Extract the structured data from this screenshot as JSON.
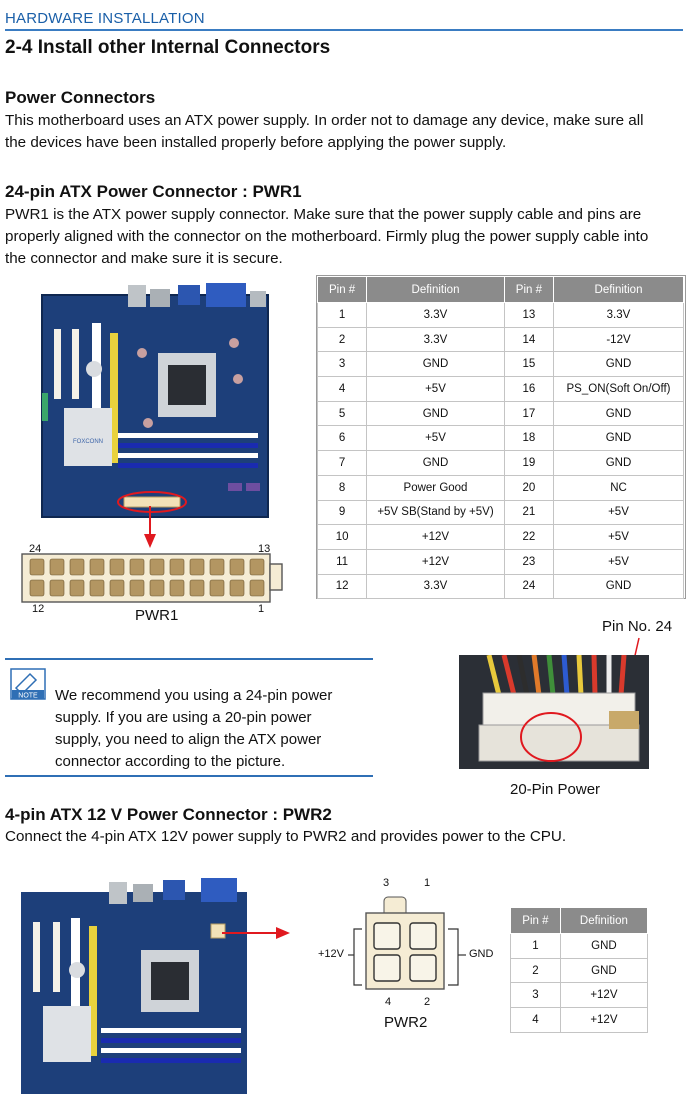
{
  "section_header": "HARDWARE INSTALLATION",
  "page_title": "2-4 Install other Internal Connectors",
  "power_connectors": {
    "heading": "Power Connectors",
    "lines": [
      "This motherboard uses an ATX power supply. In order not to damage any device, make sure all",
      "the devices have been installed properly before applying the power supply."
    ]
  },
  "pwr1": {
    "heading": "24-pin ATX Power Connector : PWR1",
    "lines": [
      "PWR1 is the ATX power supply connector. Make sure that the power supply cable and pins are",
      "properly aligned with the connector on the motherboard. Firmly plug the power supply cable into",
      "the connector and make sure it is secure."
    ],
    "connector_label": "PWR1",
    "pin_24": "24",
    "pin_13": "13",
    "pin_12": "12",
    "pin_1": "1",
    "table_headers": [
      "Pin #",
      "Definition",
      "Pin #",
      "Definition"
    ],
    "rows": [
      [
        "1",
        "3.3V",
        "13",
        "3.3V"
      ],
      [
        "2",
        "3.3V",
        "14",
        "-12V"
      ],
      [
        "3",
        "GND",
        "15",
        "GND"
      ],
      [
        "4",
        "+5V",
        "16",
        "PS_ON(Soft On/Off)"
      ],
      [
        "5",
        "GND",
        "17",
        "GND"
      ],
      [
        "6",
        "+5V",
        "18",
        "GND"
      ],
      [
        "7",
        "GND",
        "19",
        "GND"
      ],
      [
        "8",
        "Power Good",
        "20",
        "NC"
      ],
      [
        "9",
        "+5V SB(Stand by +5V)",
        "21",
        "+5V"
      ],
      [
        "10",
        "+12V",
        "22",
        "+5V"
      ],
      [
        "11",
        "+12V",
        "23",
        "+5V"
      ],
      [
        "12",
        "3.3V",
        "24",
        "GND"
      ]
    ]
  },
  "note": {
    "icon_label": "NOTE",
    "lines": [
      "We recommend you using a 24-pin power",
      "supply. If you are using a 20-pin power",
      "supply, you need to align the ATX power",
      "connector according to the picture."
    ],
    "pin_no_label": "Pin No. 24",
    "photo_caption": "20-Pin Power"
  },
  "pwr2": {
    "heading": "4-pin ATX 12 V Power Connector : PWR2",
    "lines": [
      "Connect the 4-pin ATX 12V power supply to PWR2 and provides power to the CPU."
    ],
    "connector_label": "PWR2",
    "pin_3": "3",
    "pin_1": "1",
    "pin_4": "4",
    "pin_2": "2",
    "left_label": "+12V",
    "right_label": "GND",
    "table_headers": [
      "Pin #",
      "Definition"
    ],
    "rows": [
      [
        "1",
        "GND"
      ],
      [
        "2",
        "GND"
      ],
      [
        "3",
        "+12V"
      ],
      [
        "4",
        "+12V"
      ]
    ]
  },
  "board_brand": "FOXCONN",
  "colors": {
    "accent_blue": "#1a5fa8",
    "table_header": "#8b8b8b",
    "board_blue": "#1d3f7a",
    "highlight_red": "#e0191f"
  }
}
